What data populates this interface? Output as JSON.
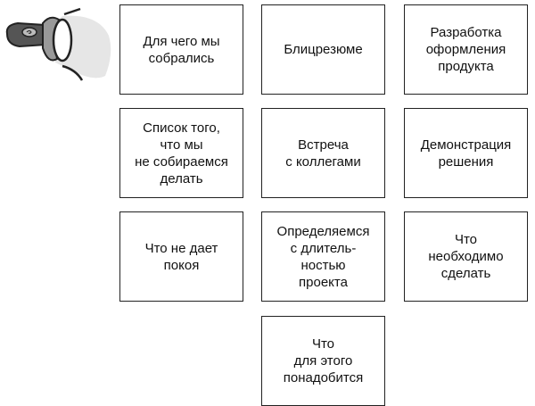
{
  "icon": "flashlight-icon",
  "boxes": [
    "Для чего мы\nсобрались",
    "Блицрезюме",
    "Разработка\nоформления\nпродукта",
    "Список того,\nчто мы\nне собираемся\nделать",
    "Встреча\nс коллегами",
    "Демонстрация\nрешения",
    "Что не дает\nпокоя",
    "Определяемся\nс длитель-\nностью\nпроекта",
    "Что\nнеобходимо\nсделать",
    "Что\nдля этого\nпонадобится"
  ]
}
